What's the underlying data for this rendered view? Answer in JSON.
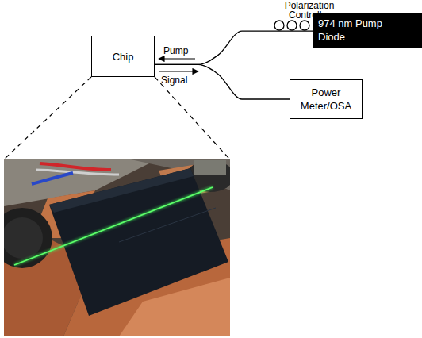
{
  "diagram": {
    "nodes": [
      {
        "text": [
          "Chip"
        ]
      },
      {
        "text": [
          "974 nm Pump Diode"
        ]
      },
      {
        "text": [
          "Power Meter/OSA"
        ]
      }
    ],
    "edges": [
      {
        "from": 0,
        "to": 1,
        "arrow": "none"
      },
      {
        "from": 0,
        "to": 2,
        "arrow": "none"
      }
    ],
    "labels": [
      "Polarization Controller",
      "Pump",
      "Signal"
    ]
  }
}
